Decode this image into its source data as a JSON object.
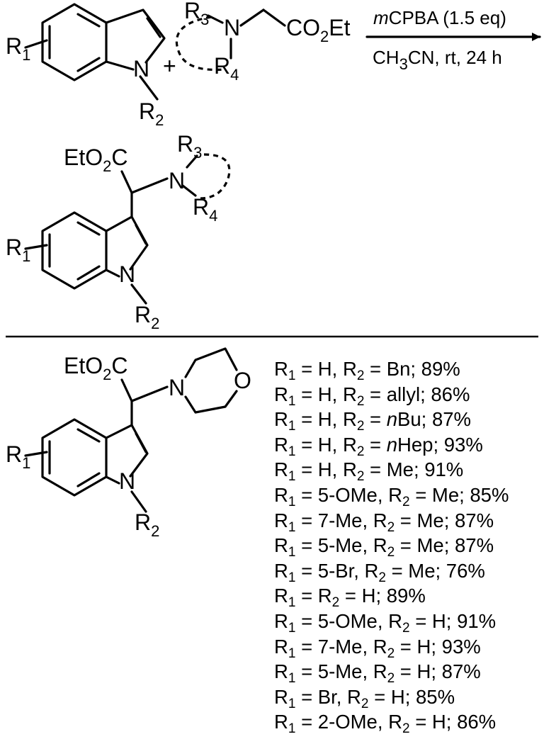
{
  "reaction": {
    "indole_substituent_r1": "R",
    "r1_index": "1",
    "indole_n_substituent_r2": "R",
    "r2_index": "2",
    "plus_sign": "+",
    "amine_r3": "R",
    "r3_index": "3",
    "amine_r4": "R",
    "r4_index": "4",
    "nitrogen": "N",
    "ester_co": "CO",
    "ester_sub": "2",
    "ester_et": "Et",
    "oxidant_italic": "m",
    "oxidant_rest": "CPBA (1.5 eq)",
    "solvent_a": "CH",
    "solvent_sub": "3",
    "solvent_b": "CN, rt, 24 h"
  },
  "product_general": {
    "ester_eto": "EtO",
    "ester_sub": "2",
    "ester_c": "C"
  },
  "product_morpholine": {
    "oxygen": "O",
    "nitrogen": "N"
  },
  "yields_table": [
    {
      "r1": "H",
      "r2": "Bn",
      "yield": "89%"
    },
    {
      "r1": "H",
      "r2": "allyl",
      "yield": "86%"
    },
    {
      "r1": "H",
      "r2_italic": "n",
      "r2": "Bu",
      "yield": "87%"
    },
    {
      "r1": "H",
      "r2_italic": "n",
      "r2": "Hep",
      "yield": "93%"
    },
    {
      "r1": "H",
      "r2": "Me",
      "yield": "91%"
    },
    {
      "r1": "5-OMe",
      "r2": "Me",
      "yield": "85%"
    },
    {
      "r1": "7-Me",
      "r2": "Me",
      "yield": "87%"
    },
    {
      "r1": "5-Me",
      "r2": "Me",
      "yield": "87%"
    },
    {
      "r1": "5-Br",
      "r2": "Me",
      "yield": "76%"
    },
    {
      "combined": "R1 = R2 = H",
      "r_value": "H",
      "yield": "89%"
    },
    {
      "r1": "5-OMe",
      "r2": "H",
      "yield": "91%"
    },
    {
      "r1": "7-Me",
      "r2": "H",
      "yield": "93%"
    },
    {
      "r1": "5-Me",
      "r2": "H",
      "yield": "87%"
    },
    {
      "r1": "Br",
      "r2": "H",
      "yield": "85%"
    },
    {
      "r1": "2-OMe",
      "r2": "H",
      "yield": "86%"
    }
  ]
}
